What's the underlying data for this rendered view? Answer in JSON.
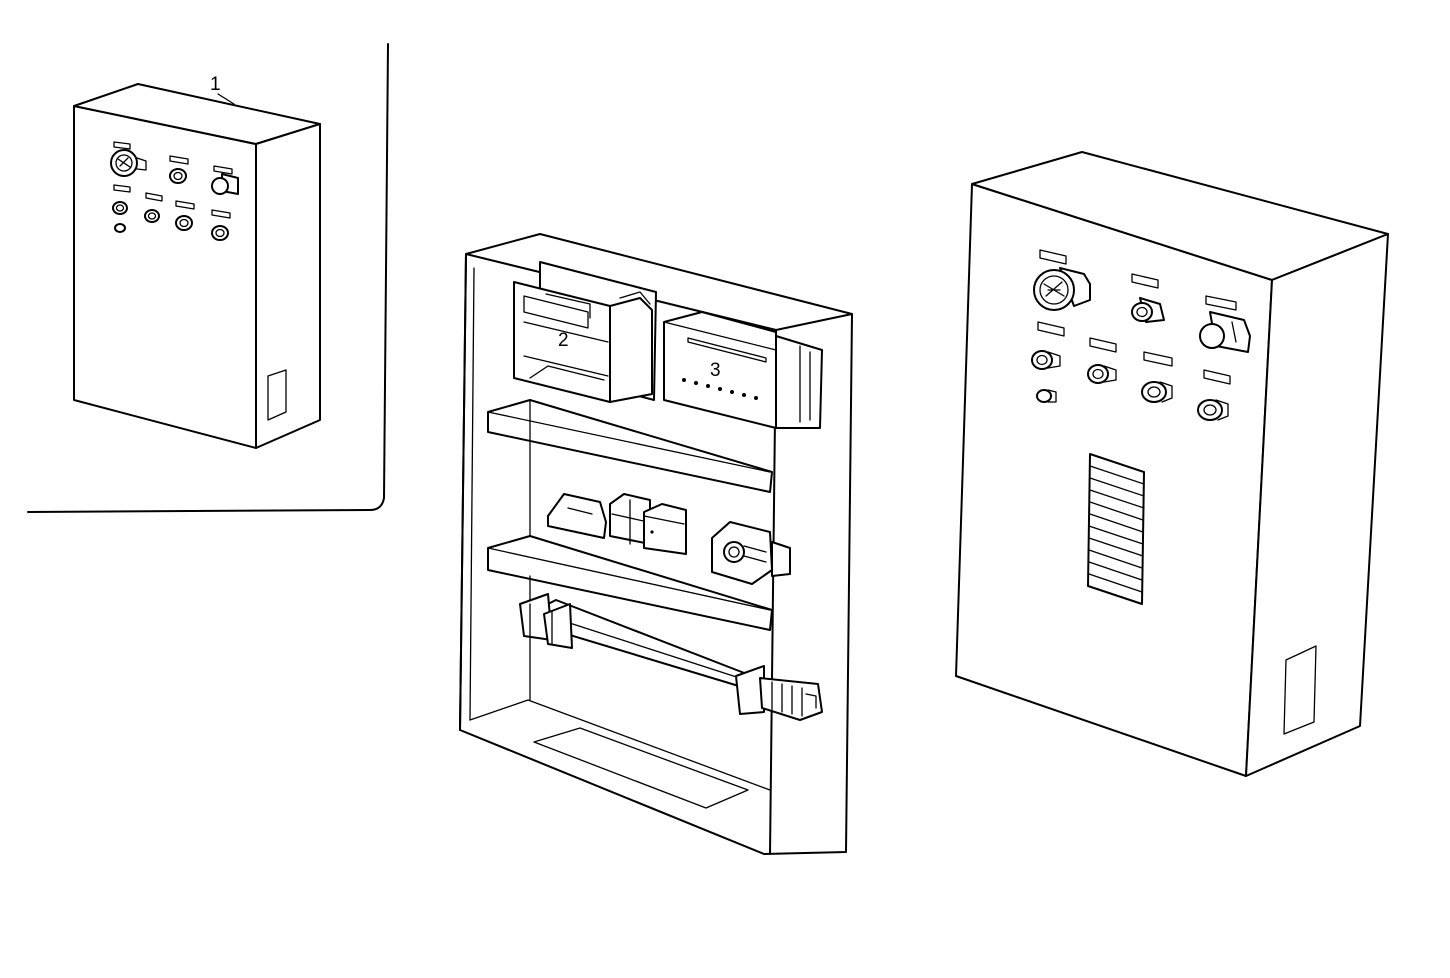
{
  "callouts": {
    "item1": "1",
    "item2": "2",
    "item3": "3"
  },
  "icons": {
    "gauge": "gauge-icon",
    "pilot_lamp": "pilot-lamp-icon",
    "push_button": "push-button-icon"
  }
}
